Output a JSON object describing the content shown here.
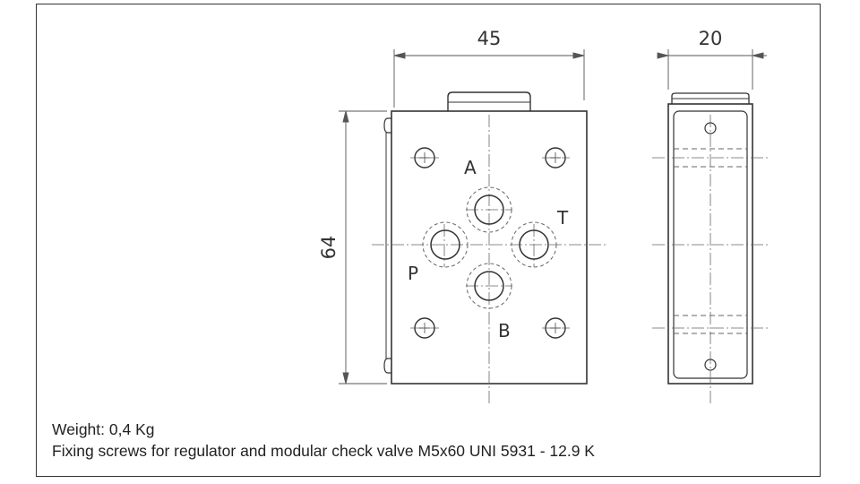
{
  "dimensions": {
    "width": "45",
    "height": "64",
    "depth": "20"
  },
  "ports": {
    "a": "A",
    "b": "B",
    "p": "P",
    "t": "T"
  },
  "notes": {
    "weight": "Weight: 0,4 Kg",
    "screws": "Fixing screws for regulator and modular check valve M5x60 UNI 5931 - 12.9 K"
  },
  "colors": {
    "line": "#333333",
    "dim_line": "#555555",
    "hidden_line": "#666666"
  }
}
